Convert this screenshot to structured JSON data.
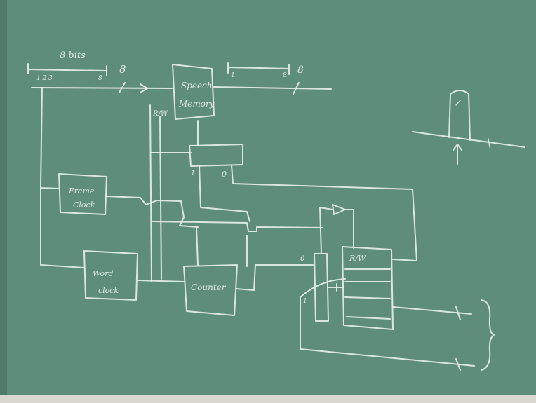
{
  "board": {
    "background_color": "#5e8e7a",
    "chalk_color": "#e6eee8",
    "ledge_color": "#d8d8d0"
  },
  "labels": {
    "bits_top": "8 bits",
    "eight_left": "8",
    "eight_right": "8",
    "one_two_three": "1  2  3",
    "eight_small": "8",
    "one_small": "1",
    "eight_small_right": "8",
    "speech_memory": "Speech\nMemory",
    "rw_left": "R/W",
    "frame_clock": "Frame\nClock",
    "word_clock": "Word\nClock",
    "counter": "Counter",
    "one_label": "1",
    "zero_label": "0",
    "zero_small": "0",
    "one_small_b": "1",
    "rw_bar": "R/W"
  }
}
